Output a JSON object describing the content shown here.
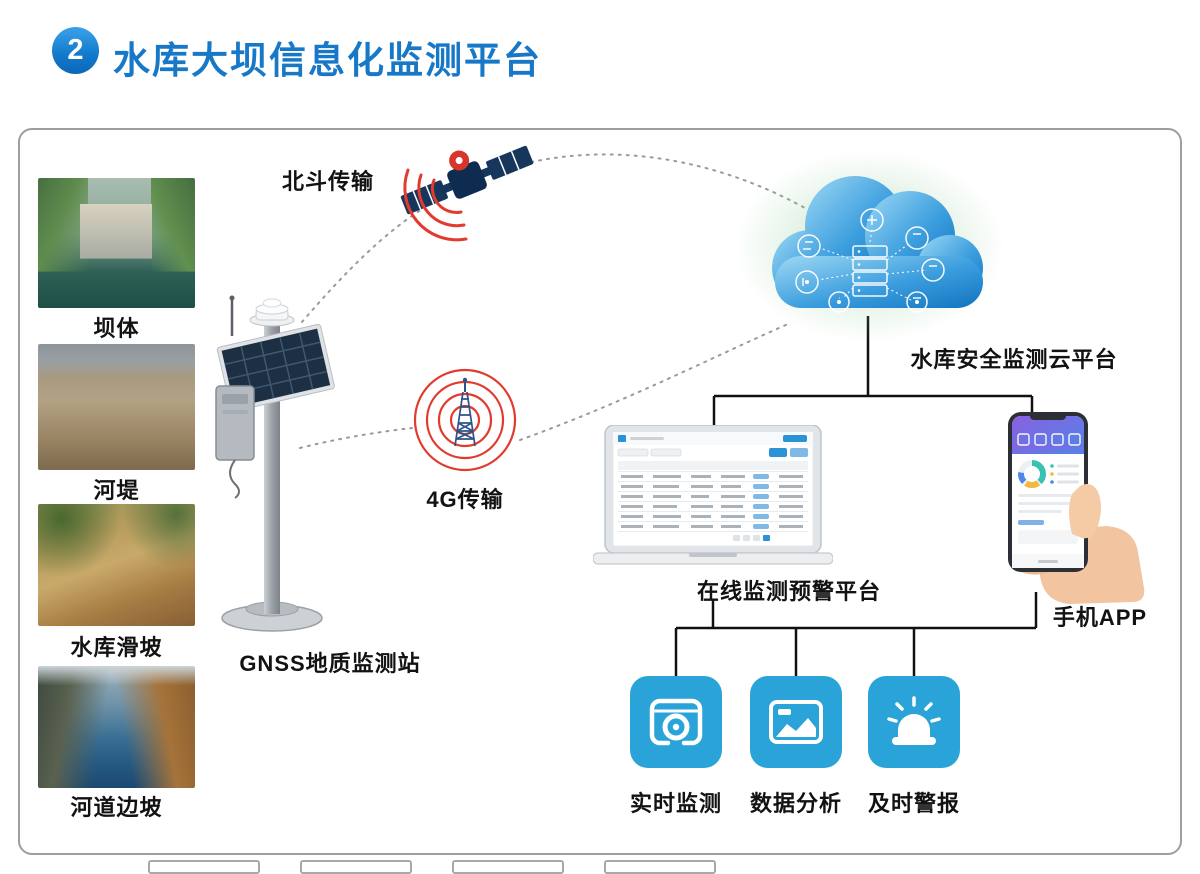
{
  "header": {
    "number": "2",
    "title": "水库大坝信息化监测平台"
  },
  "photos": [
    {
      "label": "坝体"
    },
    {
      "label": "河堤"
    },
    {
      "label": "水库滑坡"
    },
    {
      "label": "河道边坡"
    }
  ],
  "station": {
    "label": "GNSS地质监测站"
  },
  "links": {
    "beidou": "北斗传输",
    "lte": "4G传输"
  },
  "cloud": {
    "label": "水库安全监测云平台"
  },
  "laptop": {
    "label": "在线监测预警平台"
  },
  "phone": {
    "label": "手机APP"
  },
  "features": [
    {
      "icon": "camera-icon",
      "label": "实时监测"
    },
    {
      "icon": "chart-icon",
      "label": "数据分析"
    },
    {
      "icon": "alarm-icon",
      "label": "及时警报"
    }
  ],
  "colors": {
    "title_blue": "#1878c8",
    "feature_blue": "#29a3d8",
    "signal_red": "#e23a2e",
    "cloud_blue": "#2a93d8",
    "connector_black": "#111111",
    "connector_dotted_gray": "#9a9a9a"
  }
}
